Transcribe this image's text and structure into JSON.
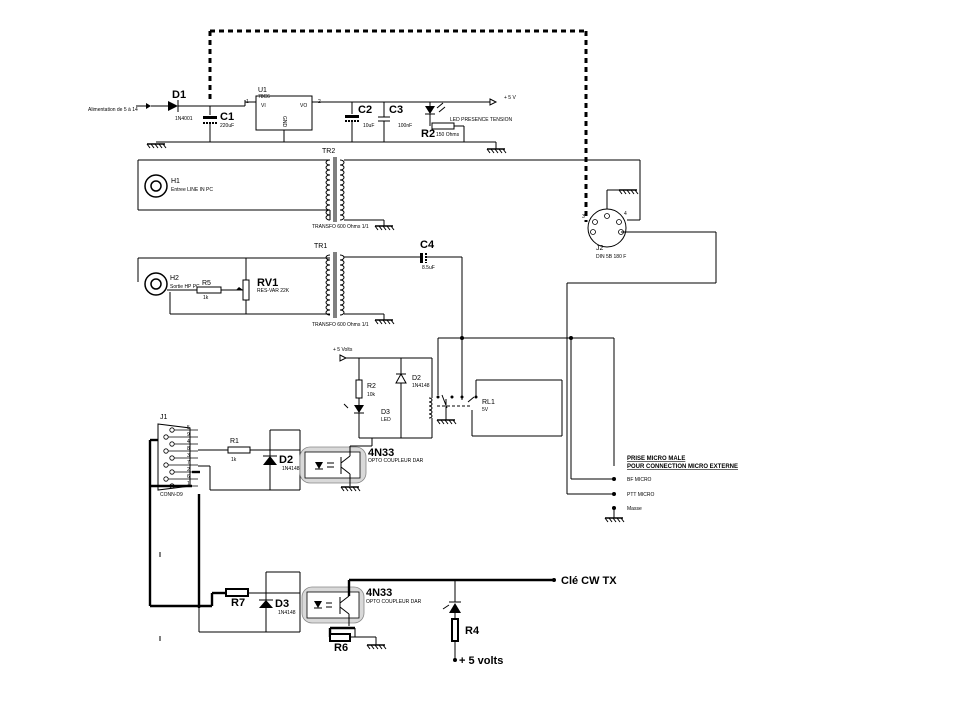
{
  "power": {
    "supply_label": "Alimentation de 5 à 14",
    "d1_ref": "D1",
    "d1_part": "1N4001",
    "c1_ref": "C1",
    "c1_val": "220uF",
    "u1_ref": "U1",
    "u1_part": "78C6",
    "u1_vi": "VI",
    "u1_vo": "VO",
    "u1_gnd": "GND",
    "u1_pin1": "1",
    "u1_pin2": "2",
    "c2_ref": "C2",
    "c2_val": "10uF",
    "c3_ref": "C3",
    "c3_val": "100nF",
    "led_label": "LED PRESENCE TENSION",
    "r2_ref": "R2",
    "r2_val": "150 Ohms",
    "vcc_label": "+ 5 V"
  },
  "transformers": {
    "tr2_ref": "TR2",
    "tr2_label": "TRANSFO 600 Ohms 1/1",
    "tr1_ref": "TR1",
    "tr1_label": "TRANSFO 600 Ohms 1/1"
  },
  "audio": {
    "h1_ref": "H1",
    "h1_label": "Entree LINE IN PC",
    "h2_ref": "H2",
    "h2_label": "Sortie HP PC",
    "r5_ref": "R5",
    "r5_val": "1k",
    "rv1_ref": "RV1",
    "rv1_label": "RES-VAR 22K",
    "c4_ref": "C4",
    "c4_val": "8.5uF"
  },
  "din": {
    "j2_ref": "J2",
    "j2_label": "DIN 5B 180 F",
    "pin3": "3",
    "pin4": "4"
  },
  "relay": {
    "vcc_label": "+ 5 Volts",
    "r2_ref": "R2",
    "r2_val": "10k",
    "d3_ref": "D3",
    "d3_label": "LED",
    "d2_ref": "D2",
    "d2_part": "1N4148",
    "rl1_ref": "RL1",
    "rl1_val": "5V"
  },
  "db9": {
    "j1_ref": "J1",
    "j1_label": "CONN-D9",
    "pins": [
      "5",
      "9",
      "4",
      "8",
      "3",
      "7",
      "2",
      "6",
      "1"
    ],
    "r1_ref": "R1",
    "r1_val": "1k",
    "d2_ref": "D2",
    "d2_part": "1N4148",
    "opto_ref": "4N33",
    "opto_label": "OPTO COUPLEUR DAR"
  },
  "micro": {
    "title1": "PRISE MICRO MALE",
    "title2": "POUR CONNECTION MICRO EXTERNE",
    "bf": "BF MICRO",
    "ptt": "PTT MICRO",
    "masse": "Masse"
  },
  "cw": {
    "r7_ref": "R7",
    "d3_ref": "D3",
    "d3_part": "1N4148",
    "opto_ref": "4N33",
    "opto_label": "OPTO COUPLEUR DAR",
    "r6_ref": "R6",
    "r4_ref": "R4",
    "key_label": "Clé CW TX",
    "vcc_label": "+ 5 volts"
  }
}
